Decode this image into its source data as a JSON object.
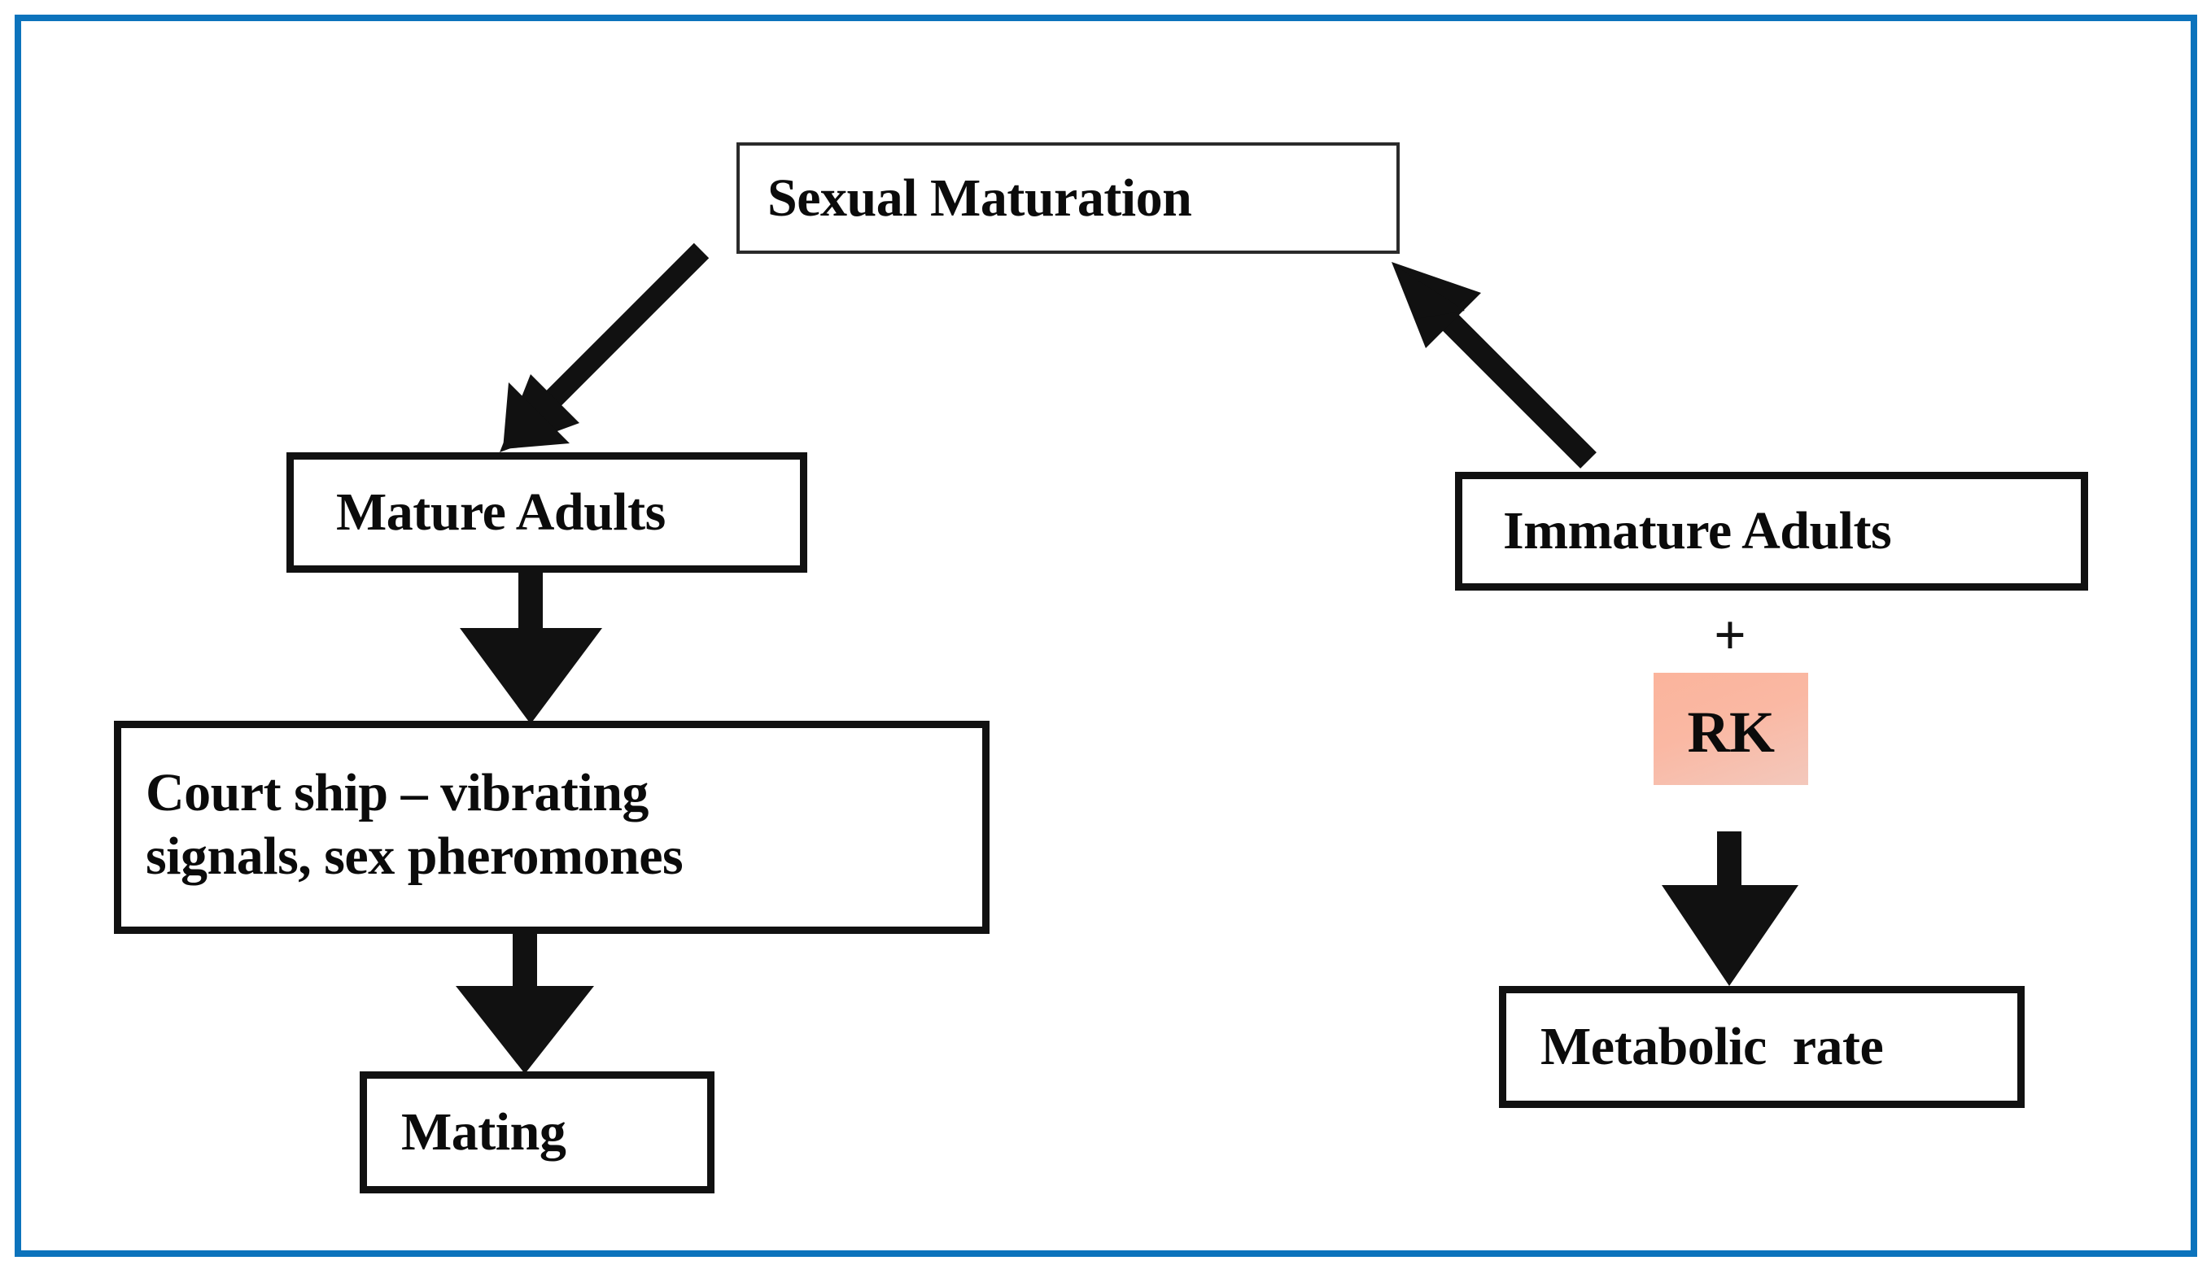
{
  "diagram": {
    "title": "Sexual maturation and mating flow diagram",
    "frame_color": "#0c73bc",
    "box_border_color": "#111111",
    "text_color": "#0b0b0b",
    "highlight_color": "#fab8a3",
    "nodes": {
      "sexual_maturation": "Sexual Maturation",
      "mature_adults": "Mature Adults",
      "courtship": "Court ship – vibrating\nsignals, sex pheromones",
      "mating": "Mating",
      "immature_adults": "Immature Adults",
      "plus": "+",
      "rk": "RK",
      "metabolic_rate": "Metabolic  rate"
    },
    "edges": [
      {
        "id": "sexual-maturation-to-mature-adults",
        "from": "Sexual Maturation",
        "to": "Mature Adults",
        "style": "diagonal-down-left"
      },
      {
        "id": "mature-adults-to-courtship",
        "from": "Mature Adults",
        "to": "Court ship – vibrating signals, sex pheromones",
        "style": "vertical-down"
      },
      {
        "id": "courtship-to-mating",
        "from": "Court ship – vibrating signals, sex pheromones",
        "to": "Mating",
        "style": "vertical-down"
      },
      {
        "id": "immature-adults-to-sexual-maturation",
        "from": "Immature Adults",
        "to": "Sexual Maturation",
        "style": "diagonal-up-left"
      },
      {
        "id": "rk-to-metabolic-rate",
        "from": "RK",
        "to": "Metabolic  rate",
        "style": "vertical-down"
      }
    ]
  }
}
